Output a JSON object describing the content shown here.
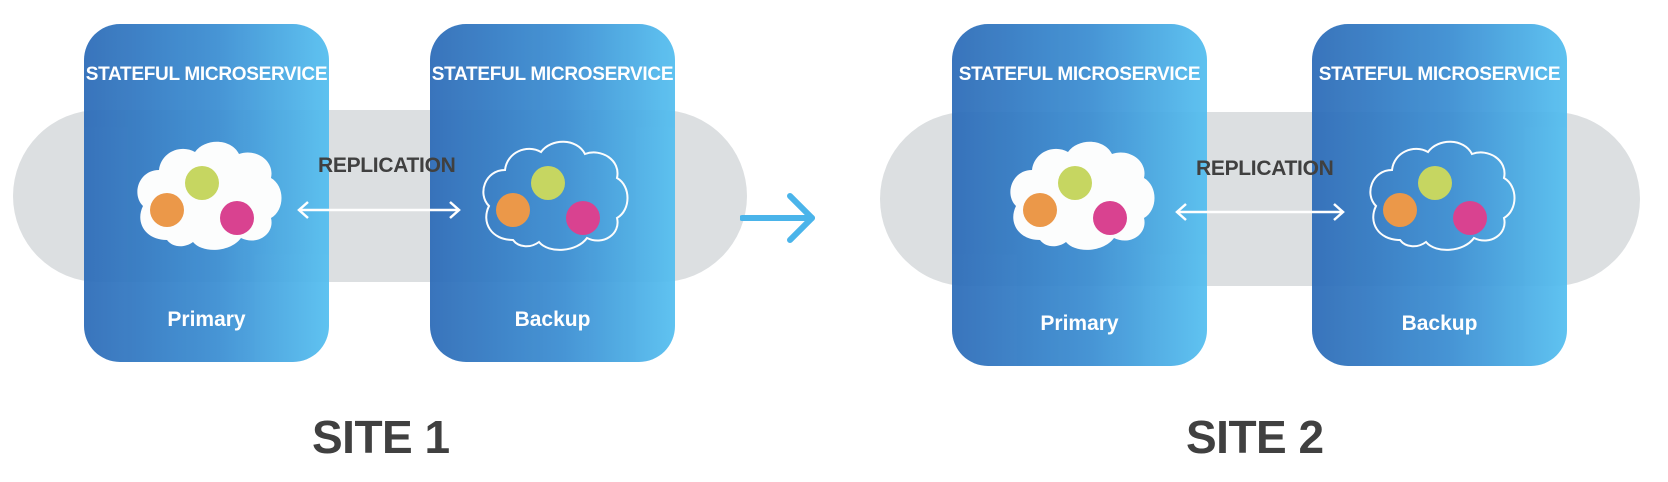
{
  "sites": [
    {
      "label": "SITE 1",
      "replication_label": "REPLICATION",
      "primary": {
        "title": "STATEFUL MICROSERVICE",
        "role": "Primary"
      },
      "backup": {
        "title": "STATEFUL MICROSERVICE",
        "role": "Backup"
      }
    },
    {
      "label": "SITE 2",
      "replication_label": "REPLICATION",
      "primary": {
        "title": "STATEFUL MICROSERVICE",
        "role": "Primary"
      },
      "backup": {
        "title": "STATEFUL MICROSERVICE",
        "role": "Backup"
      }
    }
  ],
  "colors": {
    "card_gradient_start": "#2d6cb8",
    "card_gradient_end": "#55bff0",
    "band": "#dcdfe1",
    "dot_orange": "#ec9440",
    "dot_green": "#c5d65a",
    "dot_pink": "#d9398b",
    "transition_arrow": "#4ab4ea",
    "label_text": "#404040"
  },
  "icons": {
    "primary_cloud": "filled-cloud-icon",
    "backup_cloud": "outline-cloud-icon",
    "replication_arrow": "double-headed-arrow-icon",
    "transition_arrow": "right-arrow-icon"
  }
}
